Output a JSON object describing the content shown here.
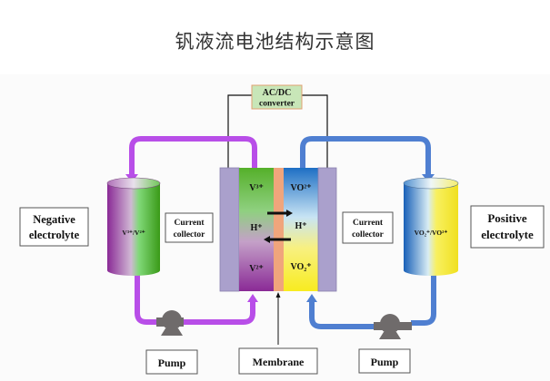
{
  "title": "钒液流电池结构示意图",
  "converter": {
    "line1": "AC/DC",
    "line2": "converter"
  },
  "labels": {
    "negative_electrolyte": [
      "Negative",
      "electrolyte"
    ],
    "positive_electrolyte": [
      "Positive",
      "electrolyte"
    ],
    "current_collector_left": [
      "Current",
      "collector"
    ],
    "current_collector_right": [
      "Current",
      "collector"
    ],
    "pump_left": "Pump",
    "pump_right": "Pump",
    "membrane": "Membrane"
  },
  "tanks": {
    "negative": "V³⁺/V²⁺",
    "positive": "VO₂⁺/VO²⁺"
  },
  "cell": {
    "neg_top": "V³⁺",
    "neg_mid": "H⁺",
    "neg_bottom": "V²⁺",
    "pos_top": "VO²⁺",
    "pos_mid": "H⁺",
    "pos_bottom": "VO₂⁺"
  },
  "colors": {
    "negative_pipe": "#b84ee8",
    "positive_pipe": "#4f7fd1",
    "collector": "#aaa0cc",
    "membrane": "#f0a57c",
    "pump": "#6f6b6b",
    "converter_fill": "#c8e6b8",
    "converter_border": "#e0a070"
  }
}
